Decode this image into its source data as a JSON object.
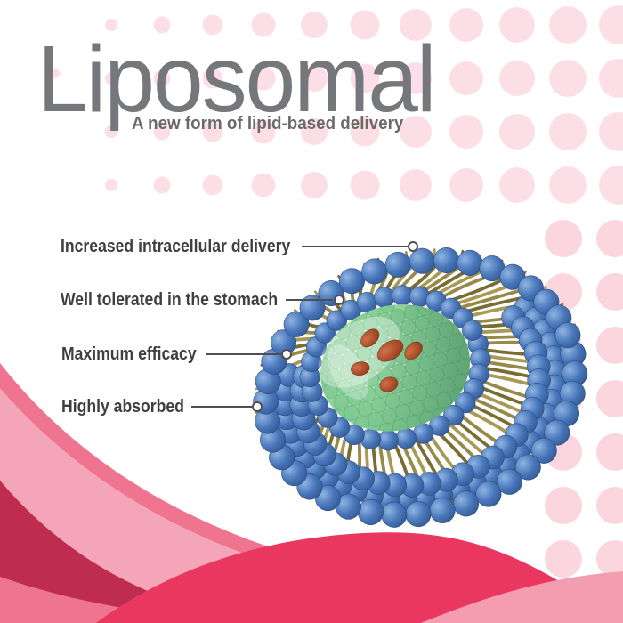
{
  "header": {
    "title": "Liposomal",
    "subtitle": "A new form of lipid-based delivery"
  },
  "callouts": [
    {
      "text": "Increased intracellular delivery"
    },
    {
      "text": "Well tolerated in the stomach"
    },
    {
      "text": "Maximum efficacy"
    },
    {
      "text": "Highly absorbed"
    }
  ],
  "illustration": {
    "name": "liposome-cross-section"
  },
  "palette": {
    "background": "#ffffff",
    "title_gray": "#76777a",
    "subtitle_gray": "#6c6a68",
    "label_dark": "#3f3e40",
    "line_gray": "#4f4f51",
    "dot_pink": "#fcdfe6",
    "dot_pink_deep": "#fbd6de",
    "wave_light": "#f4a6b8",
    "wave_medium": "#ee7490",
    "wave_deep": "#ea3760",
    "wave_crimson": "#be2c4f",
    "wave_light_overlay": "#f49cb0",
    "bead_blue_light": "#8fb4e2",
    "bead_blue": "#4a78bb",
    "bead_blue_dark": "#27497e",
    "tail_olive_light": "#a89a55",
    "tail_olive": "#97894a",
    "tail_olive_dark": "#7a6d33",
    "core_green_light": "#e2f5d2",
    "core_green": "#a8e0ab",
    "core_green_mid": "#74c389",
    "core_green_dark": "#51a26e",
    "bubble_green": "#7cc791",
    "bubble_green_edge": "#5fae78",
    "vesicle_red_light": "#cf7048",
    "vesicle_red": "#a84a28",
    "vesicle_red_dark": "#7c2f15"
  }
}
